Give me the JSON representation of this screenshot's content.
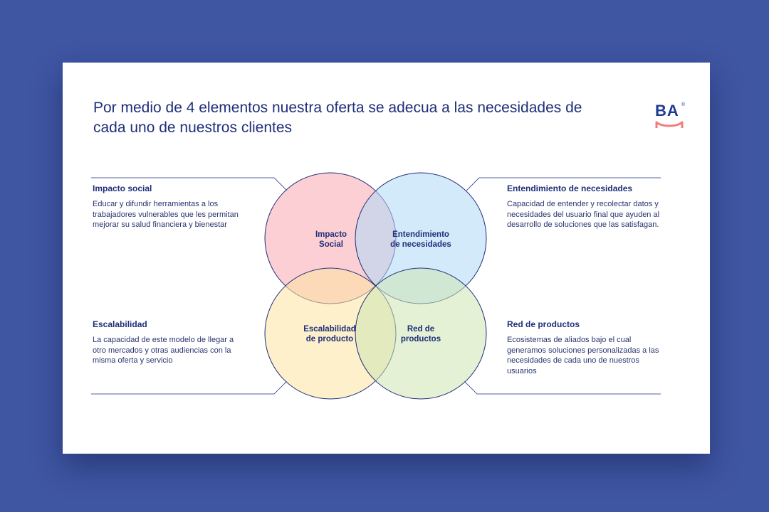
{
  "title": "Por medio de 4 elementos nuestra oferta se adecua a las necesidades de cada uno de nuestros clientes",
  "logo": {
    "text": "BA",
    "mark": "®",
    "wave_color": "#f27c7c"
  },
  "colors": {
    "accent": "#1f2f7a",
    "background": "#3f56a3"
  },
  "elements": [
    {
      "heading": "Impacto social",
      "description": "Educar y difundir herramientas a los trabajadores vulnerables que les permitan mejorar su salud financiera y bienestar",
      "circle_label_line1": "Impacto",
      "circle_label_line2": "Social",
      "fill": "#f9a8b0"
    },
    {
      "heading": "Entendimiento de necesidades",
      "description": "Capacidad de entender y recolectar datos y necesidades del usuario final que ayuden al desarrollo de soluciones que las satisfagan.",
      "circle_label_line1": "Entendimiento",
      "circle_label_line2": "de necesidades",
      "fill": "#aed8f5"
    },
    {
      "heading": "Escalabilidad",
      "description": "La capacidad de este modelo de llegar a otro mercados y otras audiencias con la misma oferta y servicio",
      "circle_label_line1": "Escalabilidad",
      "circle_label_line2": "de producto",
      "fill": "#fbe3a0"
    },
    {
      "heading": "Red de productos",
      "description": "Ecosistemas de aliados bajo el cual generamos soluciones personalizadas a las necesidades de cada uno de nuestros usuarios",
      "circle_label_line1": "Red de",
      "circle_label_line2": "productos",
      "fill": "#cde6b3"
    }
  ]
}
